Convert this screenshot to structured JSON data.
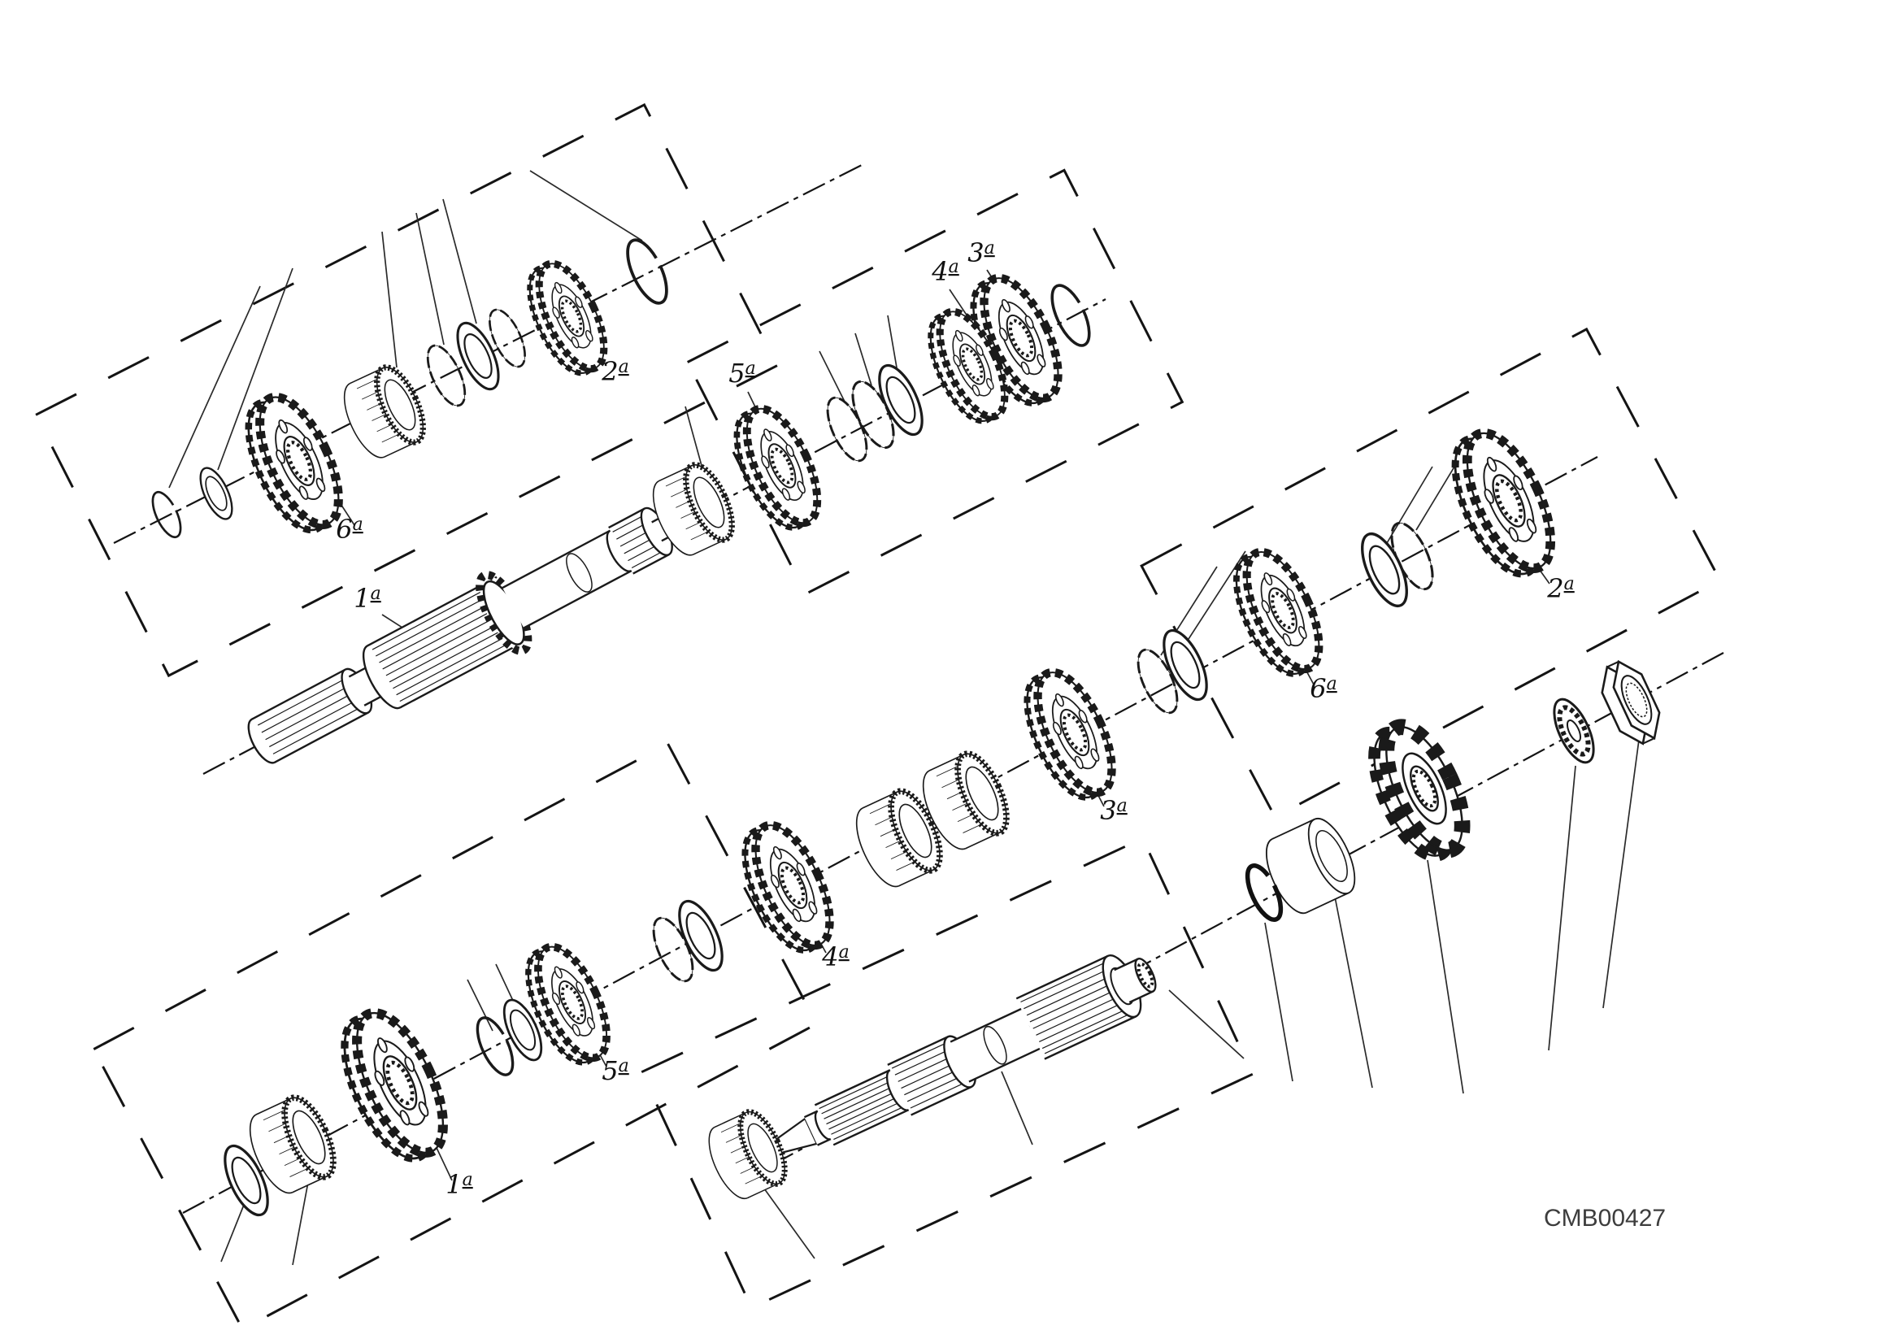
{
  "diagram": {
    "drawing_code": "CMB00427",
    "colors": {
      "ink": "#1a1a1a",
      "background": "#ffffff",
      "code_text": "#3d3d3d"
    },
    "labels": {
      "g6_input": {
        "num": "6",
        "ord": "a"
      },
      "g2_input": {
        "num": "2",
        "ord": "a"
      },
      "g1_input": {
        "num": "1",
        "ord": "a"
      },
      "g5_mid": {
        "num": "5",
        "ord": "a"
      },
      "g4_cluster": {
        "num": "4",
        "ord": "a"
      },
      "g3_cluster": {
        "num": "3",
        "ord": "a"
      },
      "g2_output": {
        "num": "2",
        "ord": "a"
      },
      "g6_output": {
        "num": "6",
        "ord": "a"
      },
      "g3_output": {
        "num": "3",
        "ord": "a"
      },
      "g4_output": {
        "num": "4",
        "ord": "a"
      },
      "g5_output": {
        "num": "5",
        "ord": "a"
      },
      "g1_output": {
        "num": "1",
        "ord": "a"
      }
    }
  }
}
